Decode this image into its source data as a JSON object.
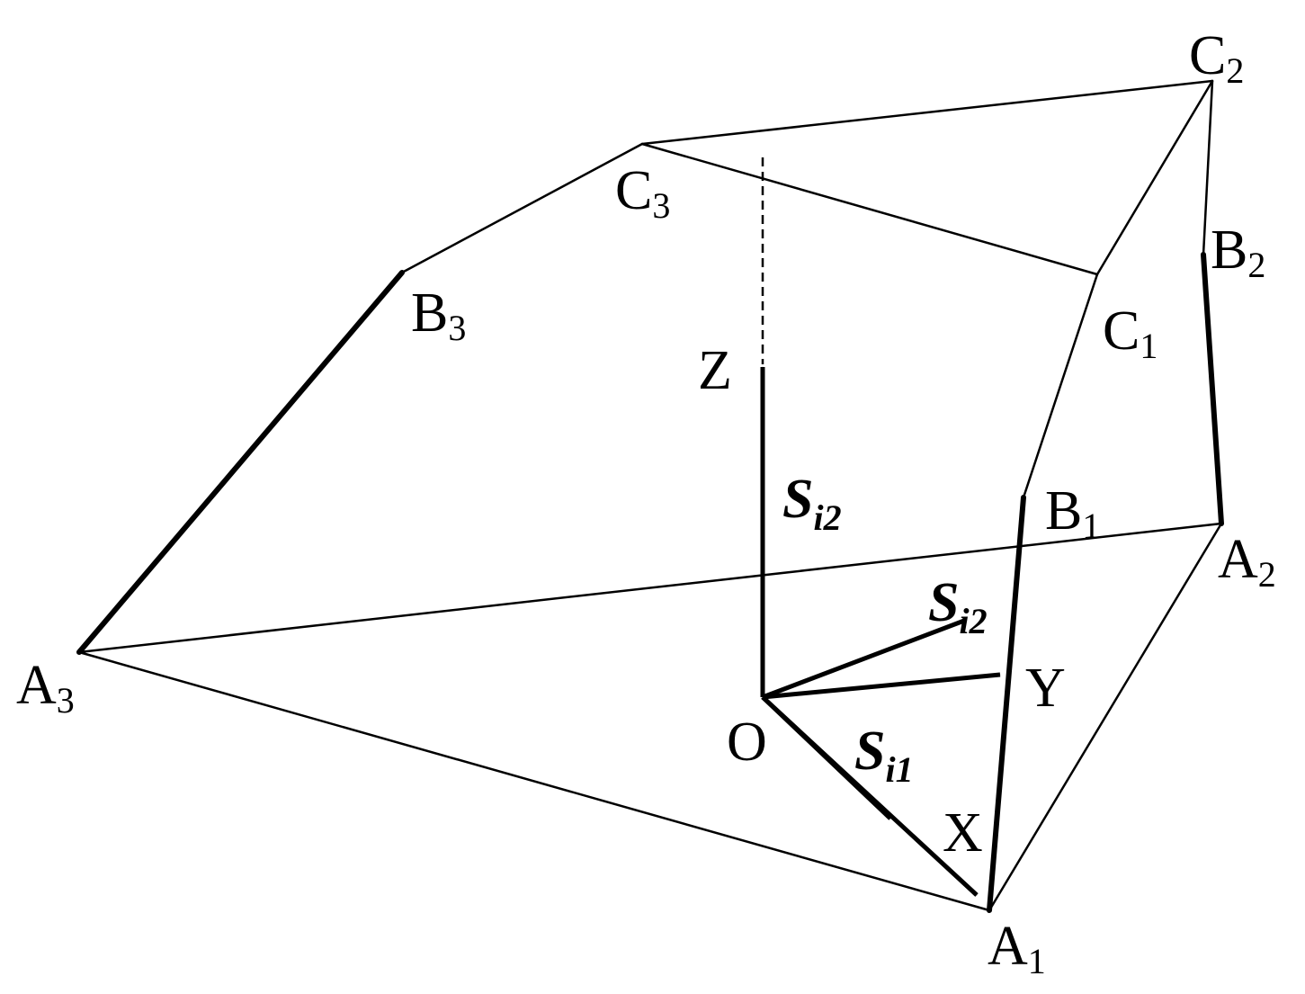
{
  "points": {
    "A1": {
      "base": "A",
      "sub": "1"
    },
    "A2": {
      "base": "A",
      "sub": "2"
    },
    "A3": {
      "base": "A",
      "sub": "3"
    },
    "B1": {
      "base": "B",
      "sub": "1"
    },
    "B2": {
      "base": "B",
      "sub": "2"
    },
    "B3": {
      "base": "B",
      "sub": "3"
    },
    "C1": {
      "base": "C",
      "sub": "1"
    },
    "C2": {
      "base": "C",
      "sub": "2"
    },
    "C3": {
      "base": "C",
      "sub": "3"
    }
  },
  "axes": {
    "origin": "O",
    "x": "X",
    "y": "Y",
    "z": "Z"
  },
  "vectors": {
    "s_i1": {
      "base": "S",
      "sub": "i1"
    },
    "s_i2_z": {
      "base": "S",
      "sub": "i2"
    },
    "s_i2_y": {
      "base": "S",
      "sub": "i2"
    }
  },
  "colors": {
    "line": "#000000",
    "background": "#ffffff"
  }
}
